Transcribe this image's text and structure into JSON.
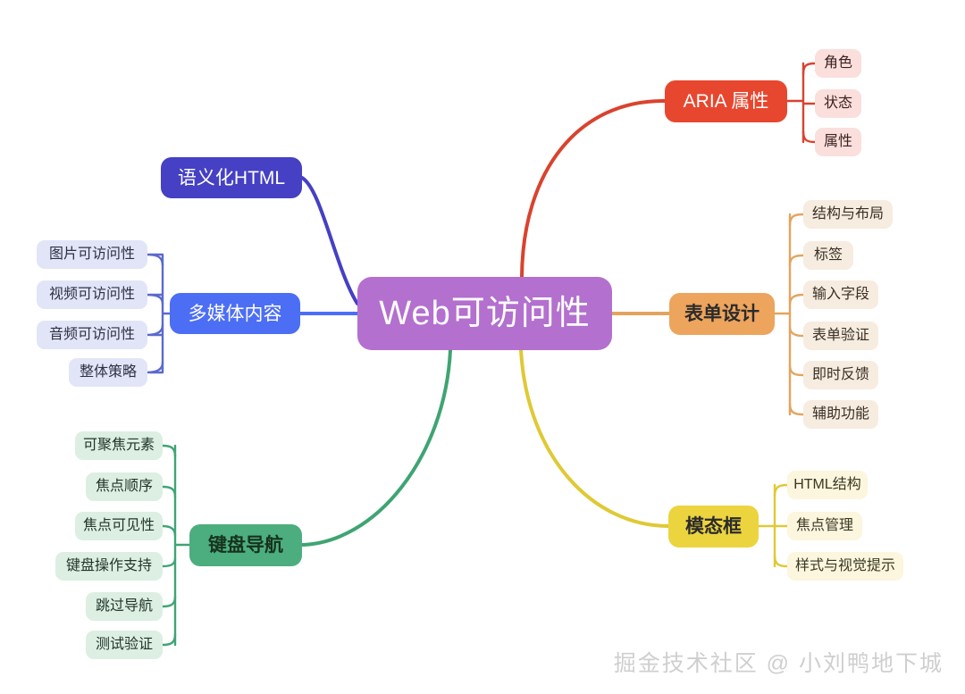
{
  "root": {
    "label": "Web可访问性",
    "color": "#b370ce"
  },
  "watermark": {
    "text": "掘金技术社区 @ 小刘鸭地下城"
  },
  "branches": [
    {
      "id": "semantic",
      "label": "语义化HTML",
      "color": "#4540c4",
      "line_color": "#4540c4",
      "children": []
    },
    {
      "id": "media",
      "label": "多媒体内容",
      "color": "#4c6ef5",
      "line_color": "#4c6ef5",
      "children": [
        {
          "label": "图片可访问性"
        },
        {
          "label": "视频可访问性"
        },
        {
          "label": "音频可访问性"
        },
        {
          "label": "整体策略"
        }
      ]
    },
    {
      "id": "aria",
      "label": "ARIA 属性",
      "color": "#e8472f",
      "line_color": "#d9432e",
      "children": [
        {
          "label": "角色"
        },
        {
          "label": "状态"
        },
        {
          "label": "属性"
        }
      ]
    },
    {
      "id": "form",
      "label": "表单设计",
      "color": "#eda45c",
      "line_color": "#e3a45f",
      "children": [
        {
          "label": "结构与布局"
        },
        {
          "label": "标签"
        },
        {
          "label": "输入字段"
        },
        {
          "label": "表单验证"
        },
        {
          "label": "即时反馈"
        },
        {
          "label": "辅助功能"
        }
      ]
    },
    {
      "id": "modal",
      "label": "模态框",
      "color": "#ecd43f",
      "line_color": "#dfc935",
      "children": [
        {
          "label": "HTML结构"
        },
        {
          "label": "焦点管理"
        },
        {
          "label": "样式与视觉提示"
        }
      ]
    },
    {
      "id": "keyboard",
      "label": "键盘导航",
      "color": "#4cae7e",
      "line_color": "#3fa473",
      "children": [
        {
          "label": "可聚焦元素"
        },
        {
          "label": "焦点顺序"
        },
        {
          "label": "焦点可见性"
        },
        {
          "label": "键盘操作支持"
        },
        {
          "label": "跳过导航"
        },
        {
          "label": "测试验证"
        }
      ]
    }
  ]
}
